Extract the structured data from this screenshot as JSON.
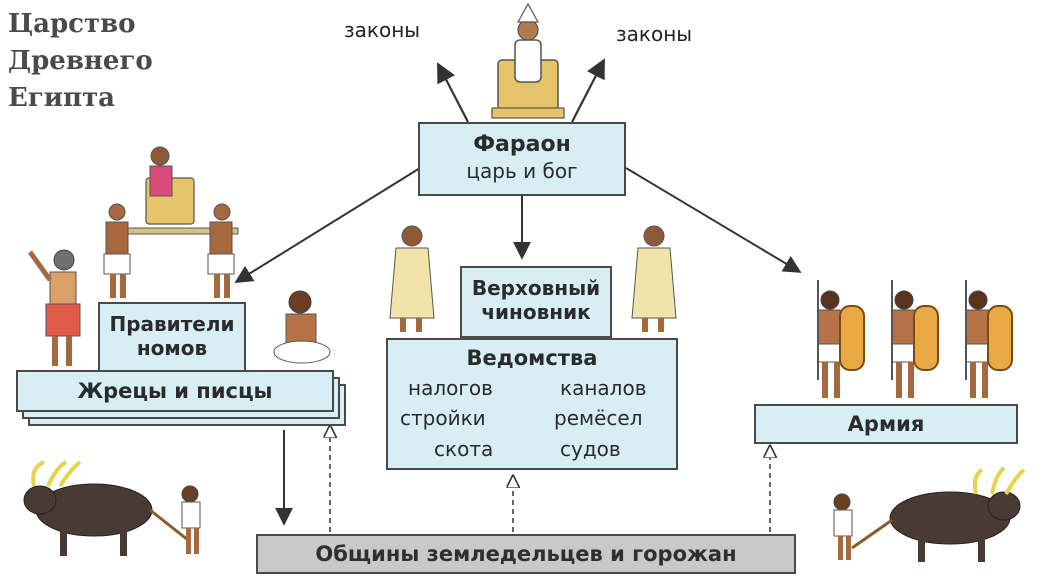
{
  "title": [
    "Царство",
    "Древнего",
    "Египта"
  ],
  "laws_left": "законы",
  "laws_right": "законы",
  "pharaoh": {
    "name": "Фараон",
    "subtitle": "царь и бог"
  },
  "vizier": {
    "line1": "Верховный",
    "line2": "чиновник"
  },
  "departments": {
    "title": "Ведомства",
    "items": [
      [
        "налогов",
        "каналов"
      ],
      [
        "стройки",
        "ремёсел"
      ],
      [
        "скота",
        "судов"
      ]
    ]
  },
  "nomarchs": {
    "line1": "Правители",
    "line2": "номов"
  },
  "priests": "Жрецы и писцы",
  "army": "Армия",
  "communities": "Общины земледельцев и горожан",
  "colors": {
    "box_fill": "#d6eef4",
    "bar_fill": "#c9c9c9",
    "line": "#333333"
  }
}
